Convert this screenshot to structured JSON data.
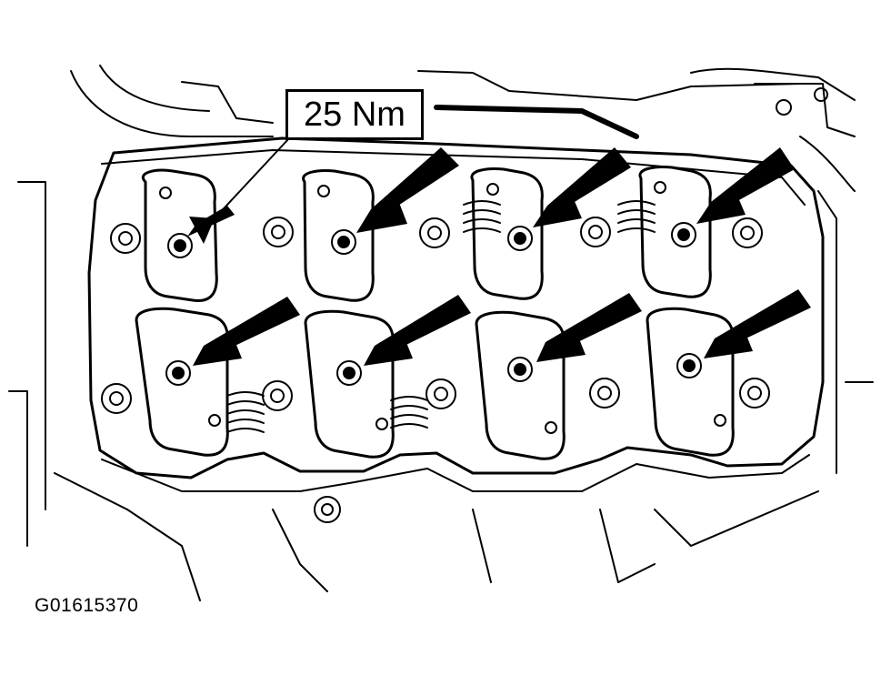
{
  "torque_callout": "25 Nm",
  "figure_id": "G01615370",
  "colors": {
    "line": "#000000",
    "background": "#ffffff"
  },
  "arrow_count": 8,
  "icons": [
    "rocker-arm-icon",
    "bolt-icon",
    "arrow-icon",
    "valve-spring-icon"
  ]
}
